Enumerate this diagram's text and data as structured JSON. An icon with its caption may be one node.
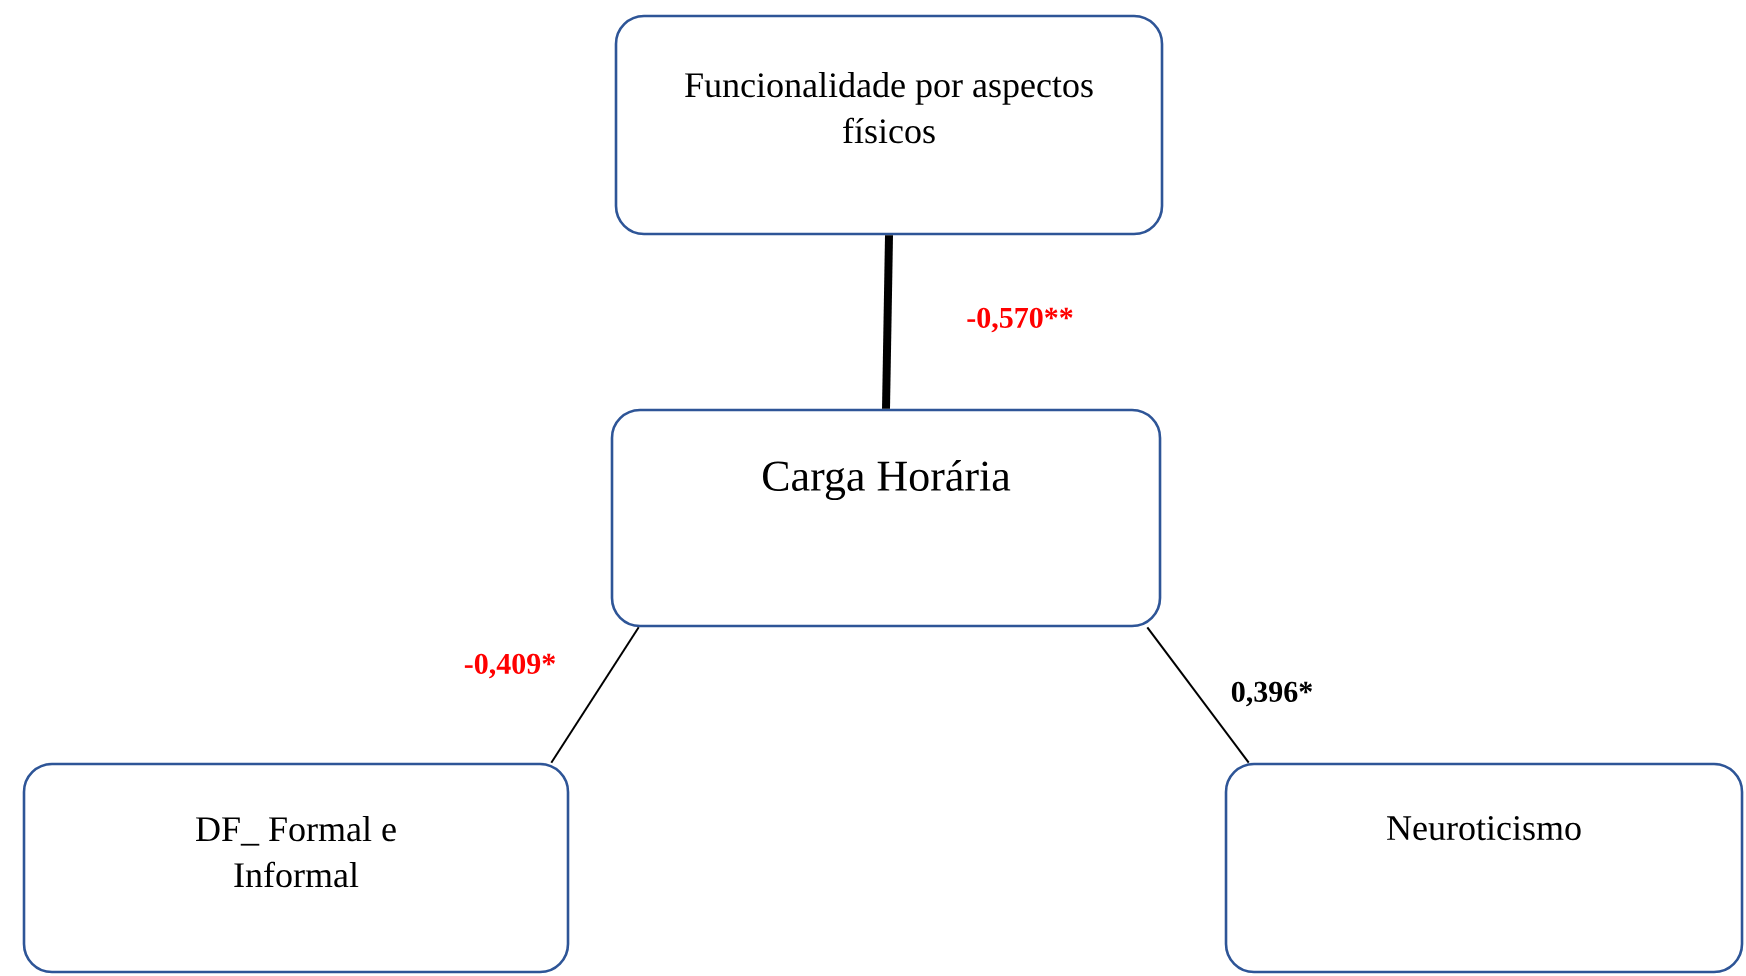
{
  "diagram": {
    "nodes": [
      {
        "text": [
          "Funcionalidade por aspectos físicos"
        ]
      },
      {
        "text": [
          "Carga Horária"
        ]
      },
      {
        "text": [
          "DF_ Formal e Informal"
        ]
      },
      {
        "text": [
          "Neuroticismo"
        ]
      }
    ],
    "edges": [
      {
        "from": 0,
        "to": 1,
        "arrow": "none",
        "label": "-0,570**",
        "style": "thick"
      },
      {
        "from": 1,
        "to": 2,
        "arrow": "none",
        "label": "-0,409*"
      },
      {
        "from": 1,
        "to": 3,
        "arrow": "none",
        "label": "0,396*"
      }
    ]
  }
}
